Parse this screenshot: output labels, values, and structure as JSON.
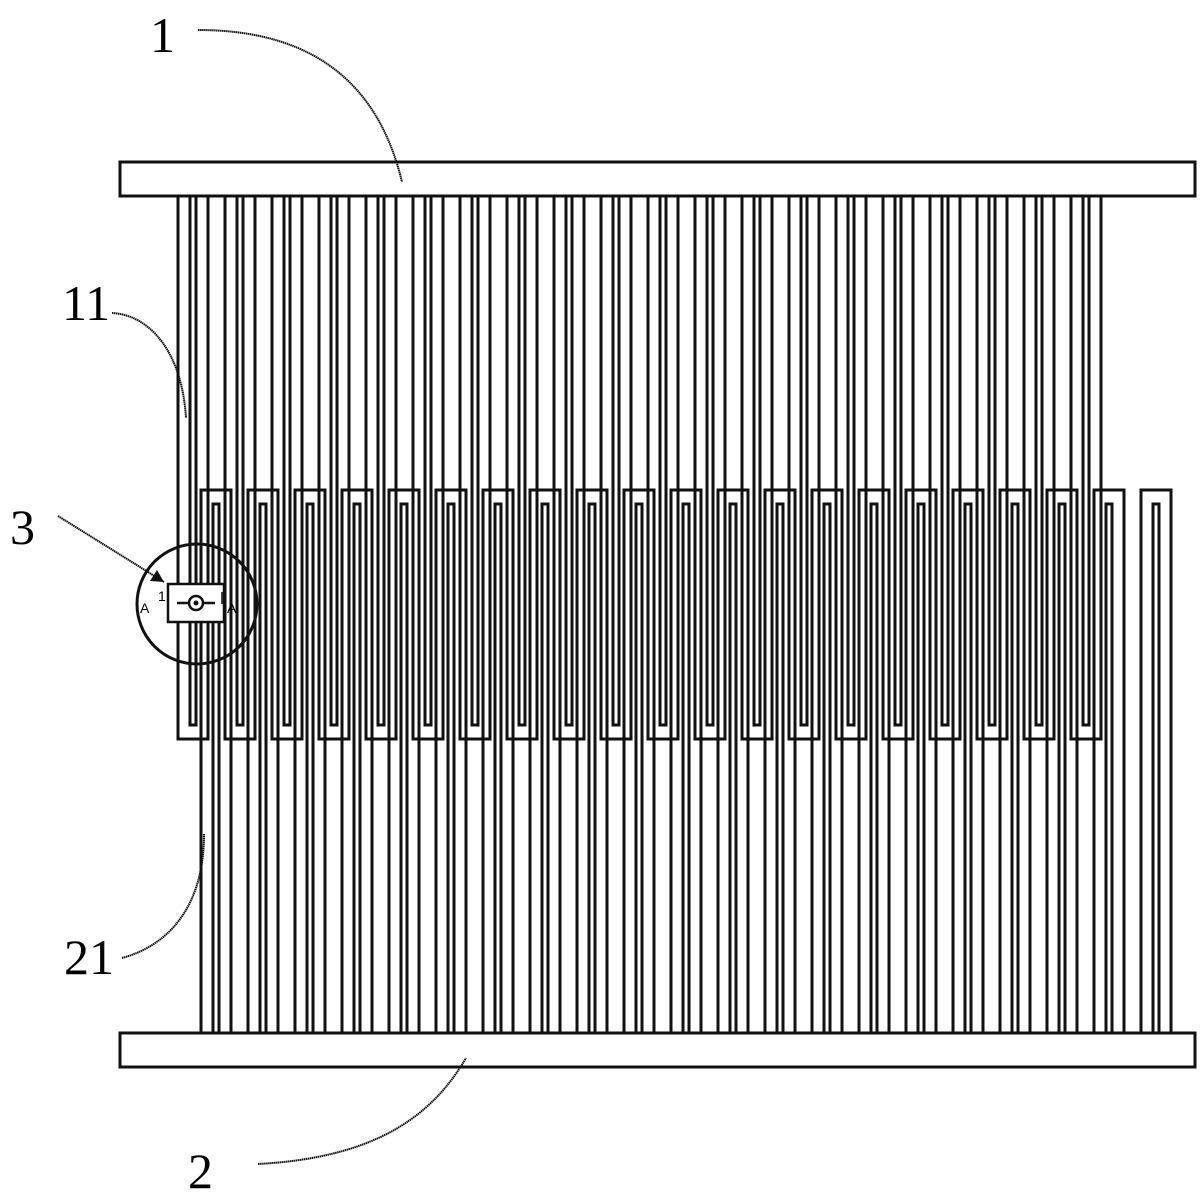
{
  "labels": {
    "top_plate": "1",
    "top_fin": "11",
    "detail": "3",
    "bottom_fin": "21",
    "bottom_plate": "2",
    "section_left": "A",
    "section_right": "A",
    "section_tick": "1"
  },
  "structure": {
    "top_comb_teeth": 20,
    "bottom_comb_teeth": 21
  }
}
